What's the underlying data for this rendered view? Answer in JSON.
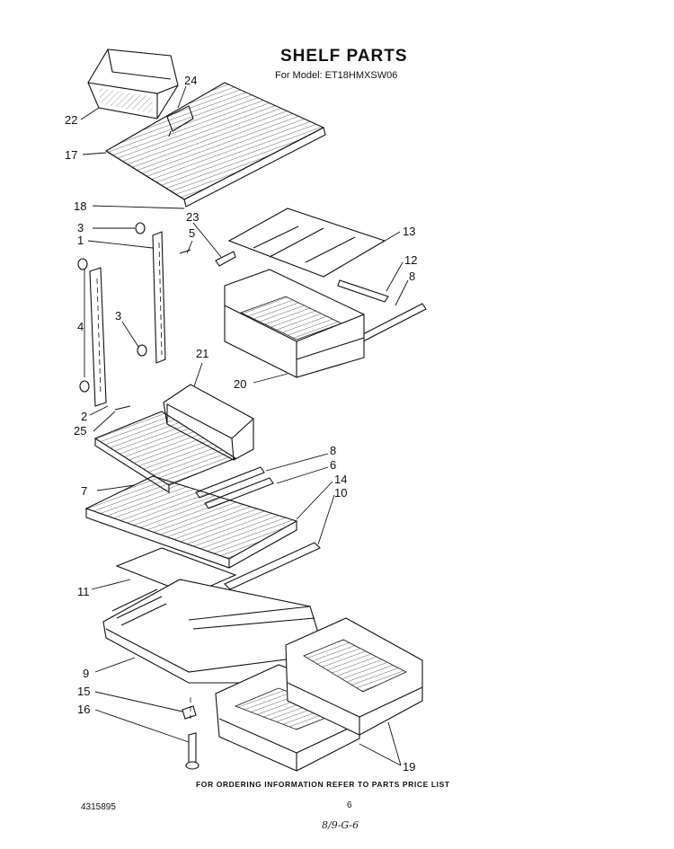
{
  "header": {
    "title": "SHELF PARTS",
    "model_line": "For Model: ET18HMXSW06"
  },
  "footer": {
    "ordering_note": "FOR ORDERING INFORMATION REFER TO PARTS PRICE LIST",
    "page_number": "6",
    "document_number": "4315895",
    "handwritten_note": "8/9-G-6"
  },
  "callouts": [
    "22",
    "24",
    "17",
    "18",
    "23",
    "3",
    "5",
    "13",
    "1",
    "12",
    "8",
    "4",
    "3",
    "20",
    "21",
    "2",
    "25",
    "8",
    "6",
    "7",
    "14",
    "10",
    "11",
    "9",
    "15",
    "16",
    "19"
  ]
}
